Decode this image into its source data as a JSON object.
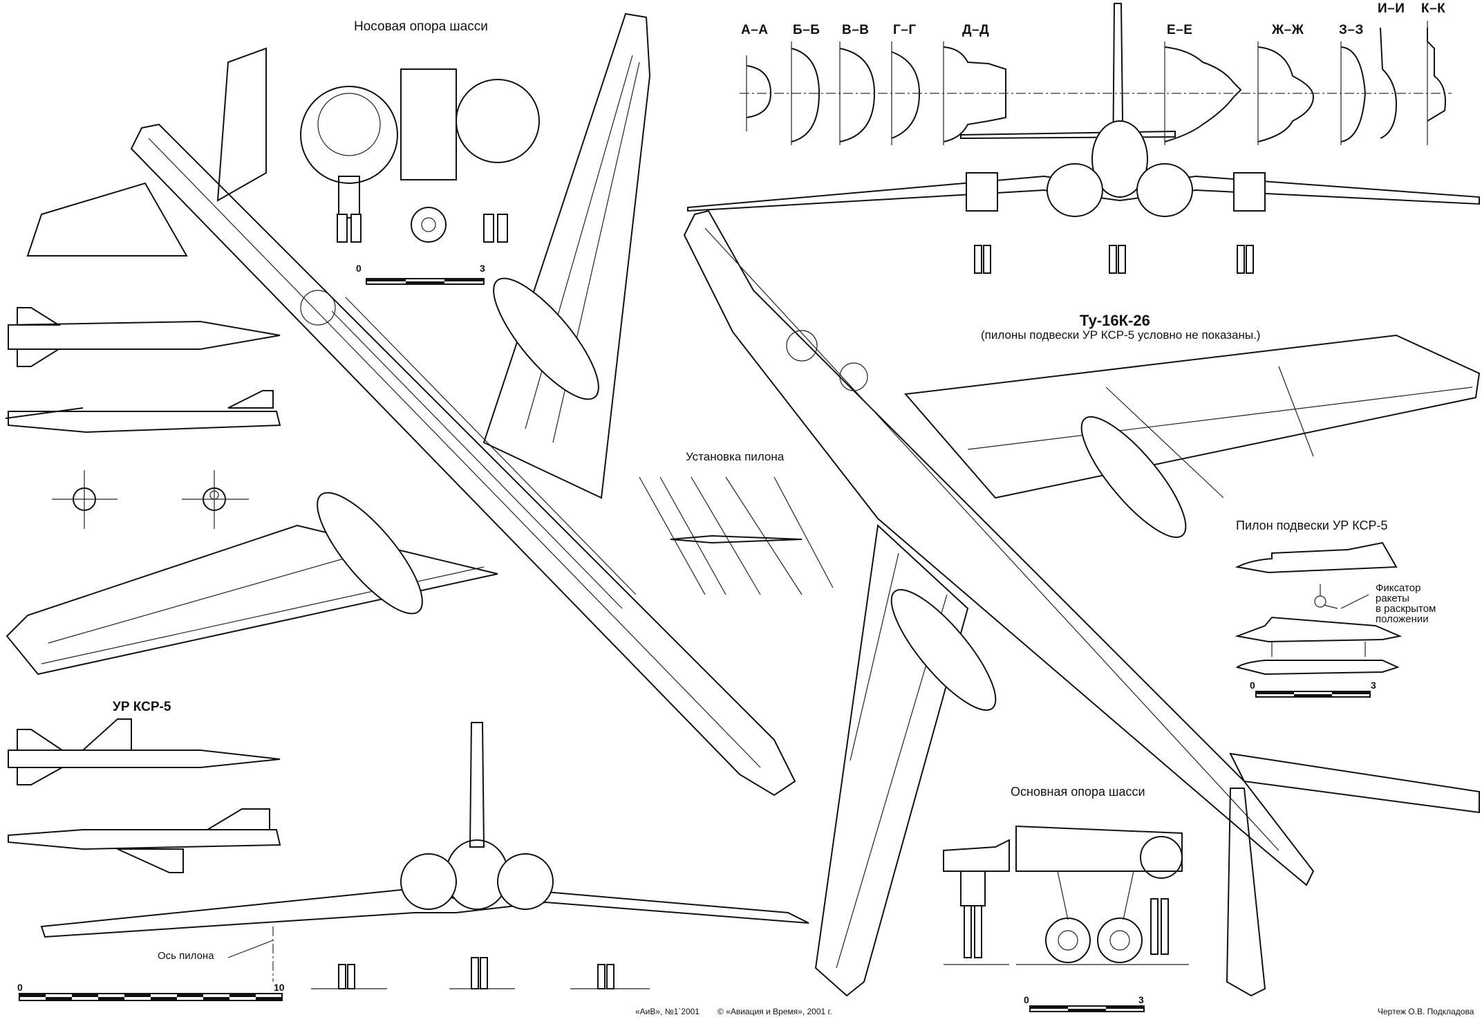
{
  "drawing": {
    "main_title": "Ту-16К-26",
    "main_subtitle": "(пилоны подвески УР КСР-5 условно не показаны.)",
    "section_labels": [
      "А–А",
      "Б–Б",
      "В–В",
      "Г–Г",
      "Д–Д",
      "Е–Е",
      "Ж–Ж",
      "З–З",
      "И–И",
      "К–К"
    ],
    "nose_gear": {
      "title": "Носовая опора шасси",
      "scale_start": "0",
      "scale_end": "3"
    },
    "missile": {
      "title": "УР КСР-5"
    },
    "pylon_install": {
      "title": "Установка пилона"
    },
    "pylon": {
      "title": "Пилон подвески УР КСР-5",
      "callout_lines": [
        "Фиксатор",
        "ракеты",
        "в раскрытом",
        "положении"
      ],
      "scale_start": "0",
      "scale_end": "3"
    },
    "main_gear": {
      "title": "Основная опора шасси",
      "scale_start": "0",
      "scale_end": "3"
    },
    "front_view": {
      "pylon_axis_label": "Ось пилона",
      "scale_start": "0",
      "scale_end": "10"
    },
    "footer": {
      "issue": "«АиВ», №1`2001",
      "copyright": "© «Авиация и Время», 2001 г.",
      "author": "Чертеж О.В. Подкладова"
    }
  }
}
